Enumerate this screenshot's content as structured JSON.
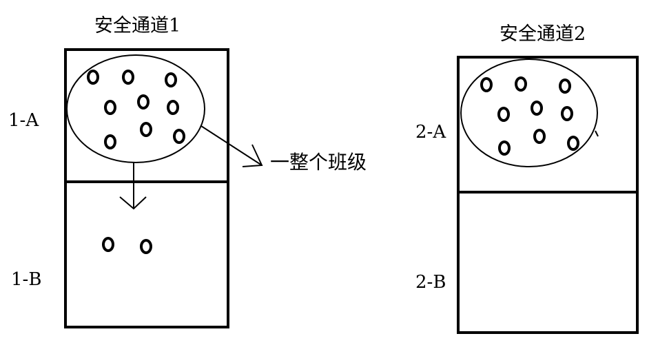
{
  "channel1": {
    "title": "安全通道1",
    "zone_a_label": "1-A",
    "zone_b_label": "1-B"
  },
  "channel2": {
    "title": "安全通道2",
    "zone_a_label": "2-A",
    "zone_b_label": "2-B"
  },
  "annotation": {
    "text": "一整个班级"
  },
  "colors": {
    "stroke": "#000000",
    "background": "#ffffff"
  },
  "counts": {
    "channel1_zone_a_people": 9,
    "channel1_zone_b_people": 2,
    "channel2_zone_a_people": 9,
    "channel2_zone_b_people": 0
  }
}
